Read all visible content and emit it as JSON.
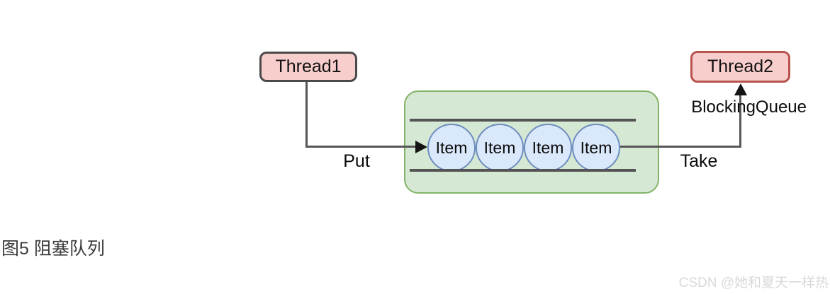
{
  "diagram": {
    "thread1": {
      "label": "Thread1"
    },
    "thread2": {
      "label": "Thread2"
    },
    "queue": {
      "title": "BlockingQueue",
      "items": [
        "Item",
        "Item",
        "Item",
        "Item"
      ]
    },
    "put_label": "Put",
    "take_label": "Take"
  },
  "caption": "图5 阻塞队列",
  "watermark": "CSDN @她和夏天一样热",
  "colors": {
    "thread_fill": "#f8cecc",
    "thread1_border": "#4a4a4a",
    "thread2_border": "#b85450",
    "queue_fill": "#d5e8d4",
    "queue_border": "#82b366",
    "item_fill": "#dae8fc",
    "item_border": "#6c8ebf",
    "line": "#565656",
    "rail": "#545454",
    "arrowhead": "#141414",
    "caption_text": "#3c3c3c",
    "watermark_text": "#d9d9d9"
  }
}
